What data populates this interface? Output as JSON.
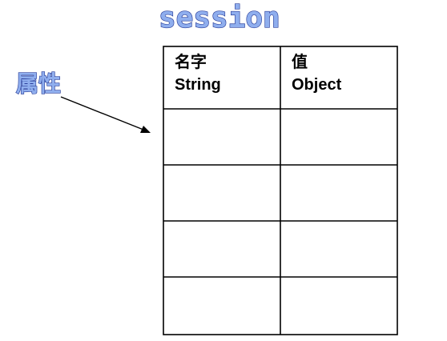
{
  "title": "session",
  "attribute_label": "属性",
  "table": {
    "columns": [
      {
        "line1": "名字",
        "line2": "String"
      },
      {
        "line1": "值",
        "line2": "Object"
      }
    ],
    "empty_rows": 4
  },
  "colors": {
    "wordart_fill": "#8faeee",
    "wordart_outline": "#2a3f9a",
    "grid": "#000000"
  }
}
